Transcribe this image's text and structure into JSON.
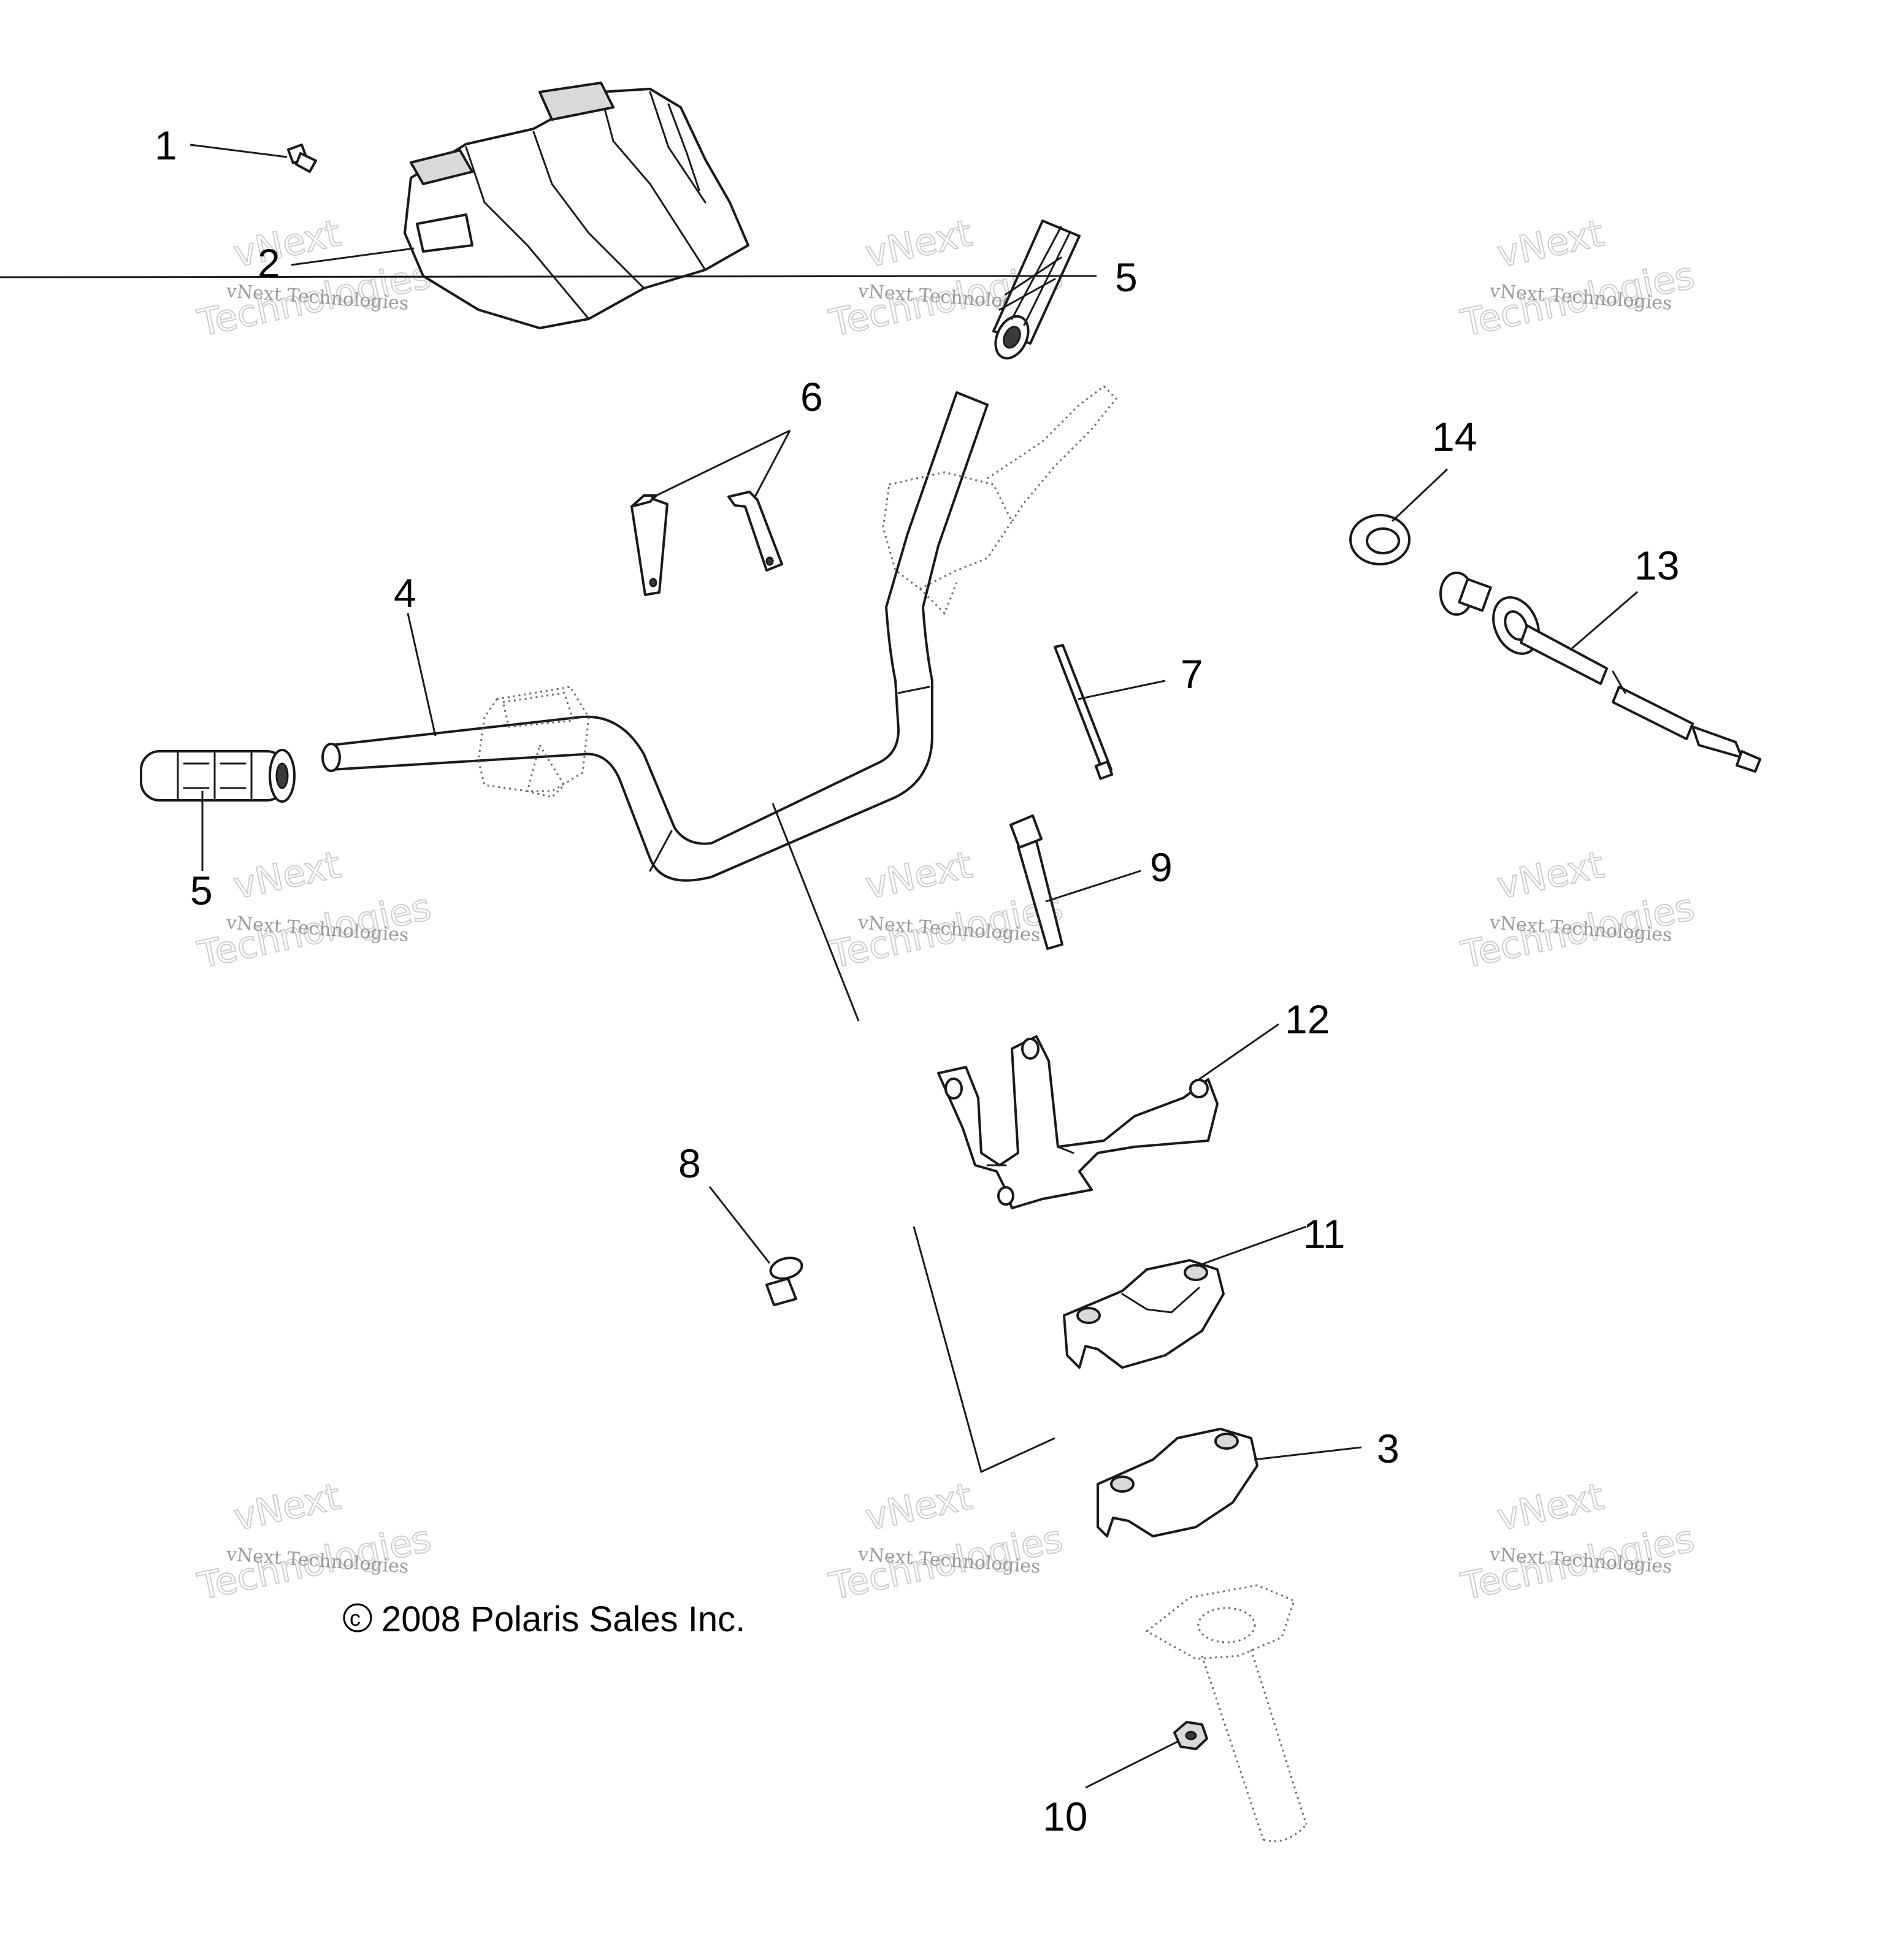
{
  "callouts": [
    {
      "id": "c1",
      "label": "1"
    },
    {
      "id": "c2",
      "label": "2"
    },
    {
      "id": "c5a",
      "label": "5"
    },
    {
      "id": "c6",
      "label": "6"
    },
    {
      "id": "c14",
      "label": "14"
    },
    {
      "id": "c13",
      "label": "13"
    },
    {
      "id": "c4",
      "label": "4"
    },
    {
      "id": "c7",
      "label": "7"
    },
    {
      "id": "c5b",
      "label": "5"
    },
    {
      "id": "c9",
      "label": "9"
    },
    {
      "id": "c12",
      "label": "12"
    },
    {
      "id": "c8",
      "label": "8"
    },
    {
      "id": "c11",
      "label": "11"
    },
    {
      "id": "c3",
      "label": "3"
    },
    {
      "id": "c10",
      "label": "10"
    }
  ],
  "copyright": "2008  Polaris Sales Inc.",
  "copyright_symbol": "©",
  "watermark": {
    "company": "vNext Technologies",
    "word1": "vNext",
    "word2": "Technologies"
  }
}
